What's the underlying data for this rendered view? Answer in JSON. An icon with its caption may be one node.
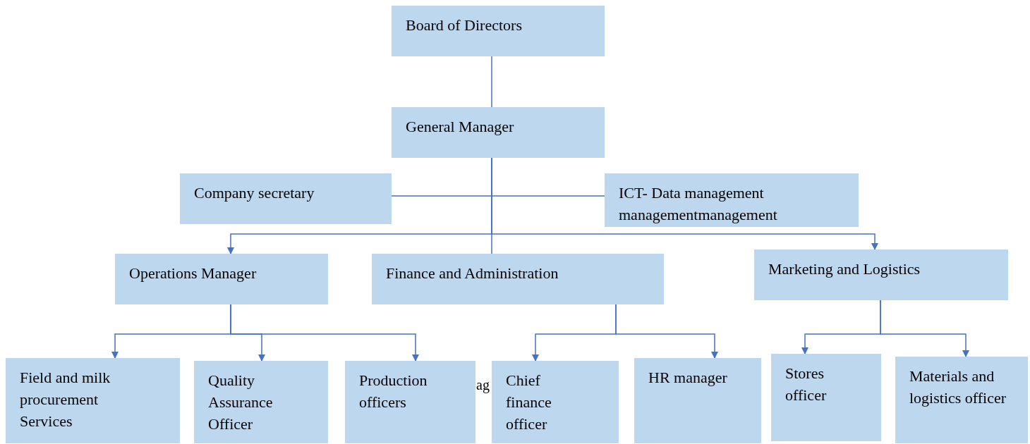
{
  "diagram": {
    "nodes": [
      {
        "text": [
          "Board of Directors"
        ]
      },
      {
        "text": [
          "General Manager"
        ]
      },
      {
        "text": [
          "Company secretary"
        ]
      },
      {
        "text": [
          "ICT- Data management managementmanagement"
        ]
      },
      {
        "text": [
          "Operations Manager"
        ]
      },
      {
        "text": [
          "Finance and Administration"
        ]
      },
      {
        "text": [
          "Marketing and Logistics"
        ]
      },
      {
        "text": [
          "Field and milk procurement Services"
        ]
      },
      {
        "text": [
          "Quality Assurance Officer"
        ]
      },
      {
        "text": [
          "Production officers"
        ]
      },
      {
        "text": [
          "Chief finance officer"
        ]
      },
      {
        "text": [
          "HR manager"
        ]
      },
      {
        "text": [
          "Stores officer"
        ]
      },
      {
        "text": [
          "Materials and logistics officer"
        ]
      }
    ],
    "edges": [
      {
        "from": 0,
        "to": 1,
        "arrow": "none"
      },
      {
        "from": 1,
        "to": 2,
        "arrow": "none"
      },
      {
        "from": 1,
        "to": 3,
        "arrow": "none"
      },
      {
        "from": 1,
        "to": 4,
        "arrow": "to"
      },
      {
        "from": 1,
        "to": 5,
        "arrow": "none"
      },
      {
        "from": 1,
        "to": 6,
        "arrow": "to"
      },
      {
        "from": 4,
        "to": 7,
        "arrow": "to"
      },
      {
        "from": 4,
        "to": 8,
        "arrow": "to"
      },
      {
        "from": 4,
        "to": 9,
        "arrow": "to"
      },
      {
        "from": 5,
        "to": 10,
        "arrow": "to"
      },
      {
        "from": 5,
        "to": 11,
        "arrow": "to"
      },
      {
        "from": 6,
        "to": 12,
        "arrow": "to"
      },
      {
        "from": 6,
        "to": 13,
        "arrow": "to"
      }
    ],
    "labels": [
      "ag"
    ]
  }
}
